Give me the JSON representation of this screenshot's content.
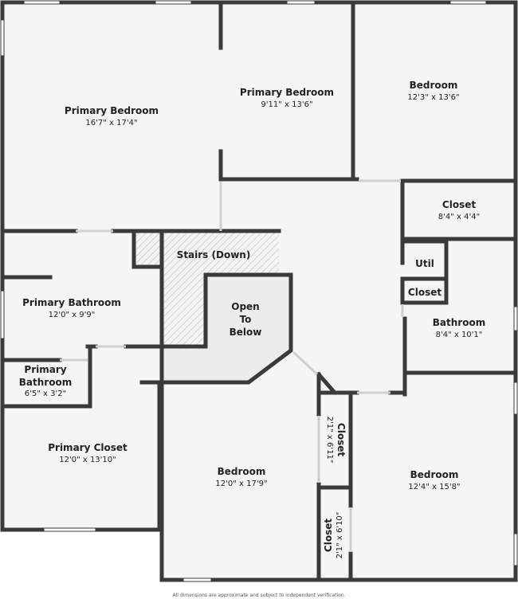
{
  "rooms": {
    "primary_bedroom_1": {
      "name": "Primary Bedroom",
      "dim": "16'7\" x 17'4\""
    },
    "primary_bedroom_2": {
      "name": "Primary Bedroom",
      "dim": "9'11\" x 13'6\""
    },
    "bedroom_ne": {
      "name": "Bedroom",
      "dim": "12'3\" x 13'6\""
    },
    "closet_ne": {
      "name": "Closet",
      "dim": "8'4\" x 4'4\""
    },
    "util": {
      "name": "Util"
    },
    "closet_small": {
      "name": "Closet"
    },
    "bathroom": {
      "name": "Bathroom",
      "dim": "8'4\" x 10'1\""
    },
    "stairs": {
      "name": "Stairs (Down)"
    },
    "open_below": {
      "line1": "Open",
      "line2": "To",
      "line3": "Below"
    },
    "primary_bathroom_1": {
      "name": "Primary Bathroom",
      "dim": "12'0\" x 9'9\""
    },
    "primary_bathroom_2": {
      "line1": "Primary",
      "line2": "Bathroom",
      "dim": "6'5\" x 3'2\""
    },
    "primary_closet": {
      "name": "Primary Closet",
      "dim": "12'0\" x 13'10\""
    },
    "bedroom_center": {
      "name": "Bedroom",
      "dim": "12'0\" x 17'9\""
    },
    "closet_v1": {
      "name": "Closet",
      "dim": "2'1\" x 6'11\""
    },
    "closet_v2": {
      "name": "Closet",
      "dim": "2'1\" x 6'10\""
    },
    "bedroom_se": {
      "name": "Bedroom",
      "dim": "12'4\" x 15'8\""
    }
  },
  "footer": "All dimensions are approximate and subject to independent verification."
}
